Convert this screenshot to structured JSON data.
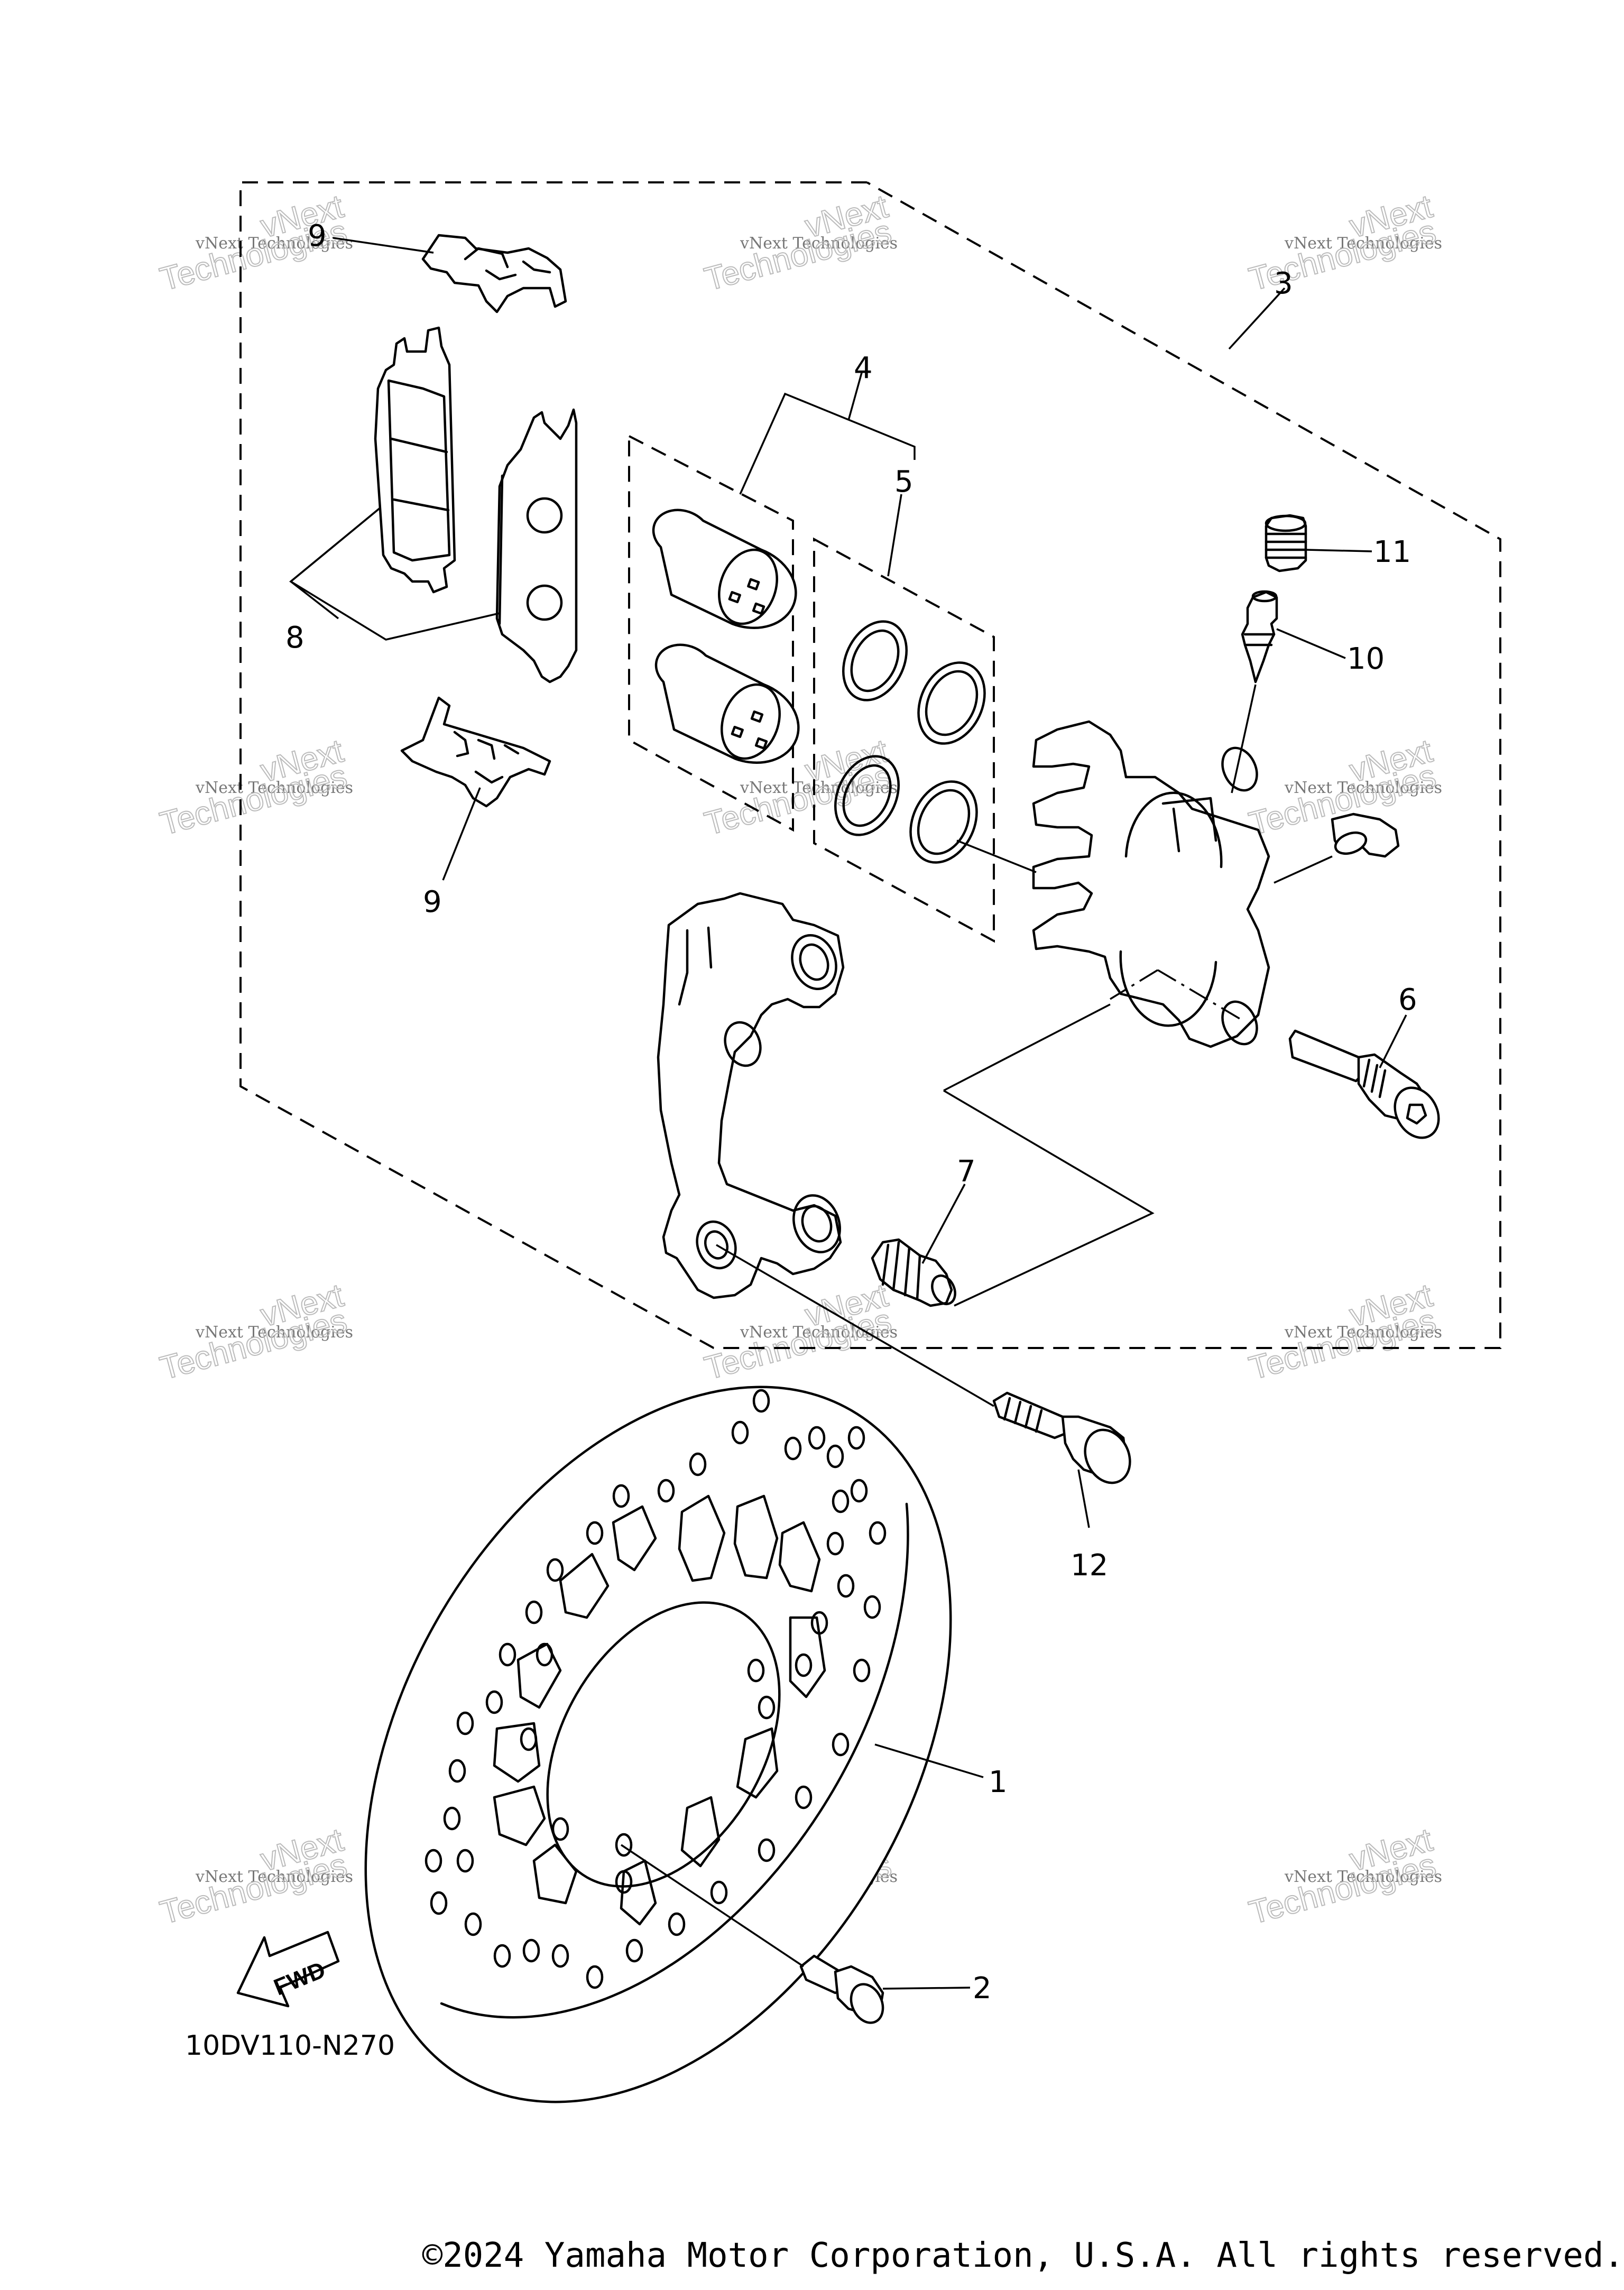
{
  "diagram": {
    "callouts": {
      "p1": "1",
      "p2": "2",
      "p3": "3",
      "p4": "4",
      "p5": "5",
      "p6": "6",
      "p7": "7",
      "p8": "8",
      "p9a": "9",
      "p9b": "9",
      "p10": "10",
      "p11": "11",
      "p12": "12"
    },
    "fwd_label": "FWD",
    "diagram_code": "10DV110-N270",
    "watermark_line1": "vNext Technologies",
    "watermark_line2": "Technologies",
    "watermark_line3": "vNext"
  },
  "footer": {
    "copyright": "©2024 Yamaha Motor Corporation, U.S.A. All rights reserved."
  }
}
